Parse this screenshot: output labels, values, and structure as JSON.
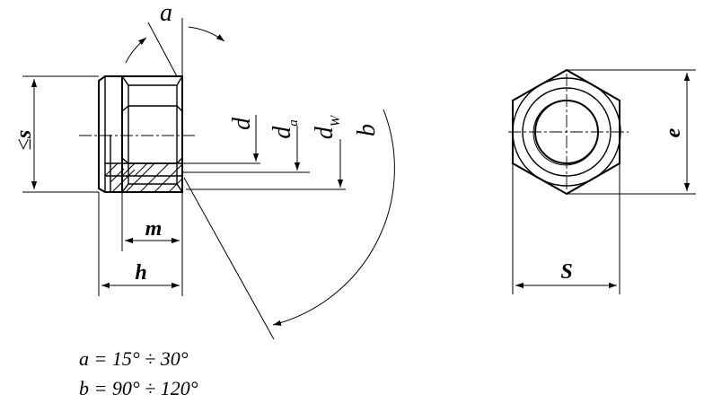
{
  "labels": {
    "angle_a": "a",
    "angle_b": "b",
    "thread_d": "d",
    "da_main": "d",
    "da_sub": "a",
    "dw_main": "d",
    "dw_sub": "W",
    "width_s_left": "s",
    "width_s_left_prefix": "≤",
    "height_m": "m",
    "height_h": "h",
    "across_corners_e": "e",
    "width_S_right": "S"
  },
  "formulas": {
    "a": "a = 15° ÷ 30°",
    "b": "b = 90° ÷ 120°"
  }
}
